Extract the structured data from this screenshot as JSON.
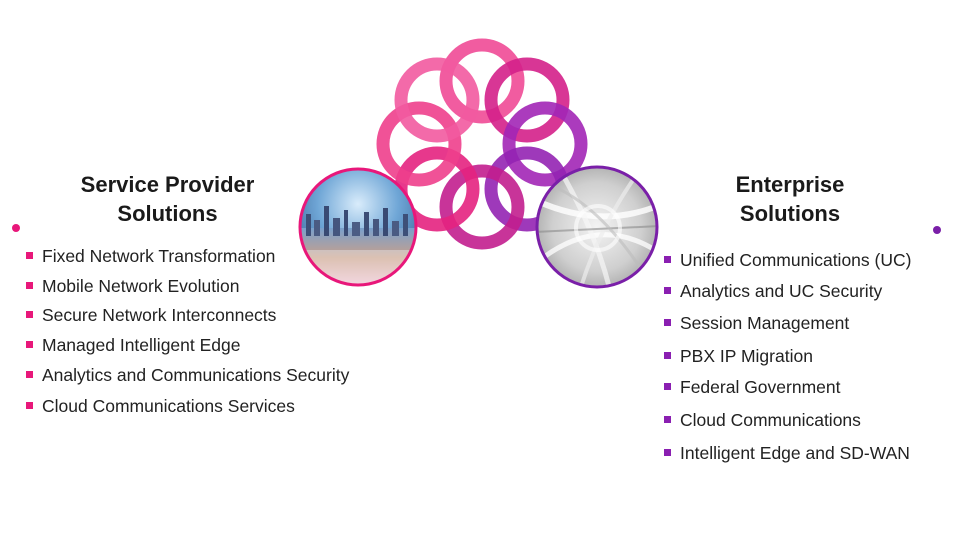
{
  "service_provider": {
    "title_line1": "Service Provider",
    "title_line2": "Solutions",
    "items": [
      "Fixed Network Transformation",
      "Mobile Network Evolution",
      "Secure Network Interconnects",
      "Managed Intelligent Edge",
      "Analytics and Communications Security",
      "Cloud Communications Services"
    ]
  },
  "enterprise": {
    "title_line1": "Enterprise",
    "title_line2": "Solutions",
    "items": [
      "Unified Communications (UC)",
      "Analytics and UC Security",
      "Session Management",
      "PBX IP Migration",
      "Federal Government",
      "Cloud Communications",
      "Intelligent Edge and SD-WAN"
    ]
  },
  "colors": {
    "magenta": "#e8177a",
    "purple": "#8a1fb1",
    "pink_light": "#f25aa0",
    "violet": "#b12ac0"
  },
  "icons": {
    "logo": "woven-ring-logo",
    "left_photo": "city-skyline-photo",
    "right_photo": "highway-interchange-photo"
  }
}
